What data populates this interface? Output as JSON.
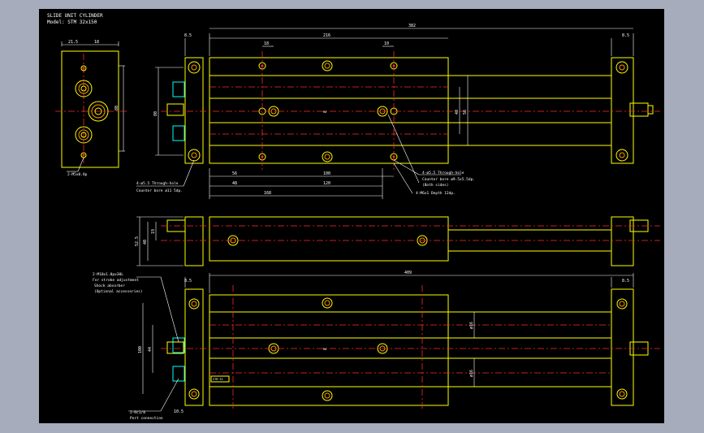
{
  "title": {
    "line1": "SLIDE UNIT CYLINDER",
    "line2": "Model: STM 32x150"
  },
  "colors": {
    "background": "#000000",
    "frame": "#a6acbb",
    "outline": "#ffff00",
    "dimension": "#ffffff",
    "centerline": "#ff2a2a",
    "fitting": "#00ffff",
    "detail": "#ff9a00"
  },
  "side_view": {
    "dims": {
      "width_a": "21.5",
      "width_b": "18",
      "height": "80"
    },
    "note": "2-M5x0.8p"
  },
  "top_view": {
    "dims": {
      "end_left": "8.5",
      "overall": "382",
      "body_length": "216",
      "end_right": "8.5",
      "hole_a": "18",
      "hole_b": "10",
      "height_outer": "80",
      "height_mid": "48",
      "height_inner": "56",
      "x_56": "56",
      "x_100": "100",
      "x_48": "48",
      "x_120": "120",
      "x_168": "168"
    },
    "center_tag": "M8",
    "notes": {
      "left_line1": "4-ø5.5 Through-hole",
      "left_line2": "Counter bore ø11 5dp.",
      "right_line1": "4-ø5.5 Through-hole",
      "right_line2": "Counter bore ø9.5x5.5dp.",
      "right_line3": "(Both sides)",
      "right_line4": "4-M6x1 Depth 12dp."
    }
  },
  "front_view": {
    "dims": {
      "height_outer": "52.5",
      "height_mid": "40",
      "height_inner": "19"
    }
  },
  "bottom_view": {
    "dims": {
      "end_left": "8.5",
      "overall": "409",
      "end_right": "8.5",
      "height_outer": "100",
      "height_inner": "44",
      "rod_a": "ø16",
      "rod_b": "ø16",
      "bottom_small": "10.5"
    },
    "center_tag": "M8",
    "label_plate": "STM 32",
    "notes": {
      "top_line1": "2-M10x1.0px30L",
      "top_line2": "For stroke adjustment",
      "top_line3": "Shock absorber",
      "top_line4": "(Optional accessories)",
      "bottom_line1": "2-Rc1/8",
      "bottom_line2": "Port connection"
    }
  }
}
